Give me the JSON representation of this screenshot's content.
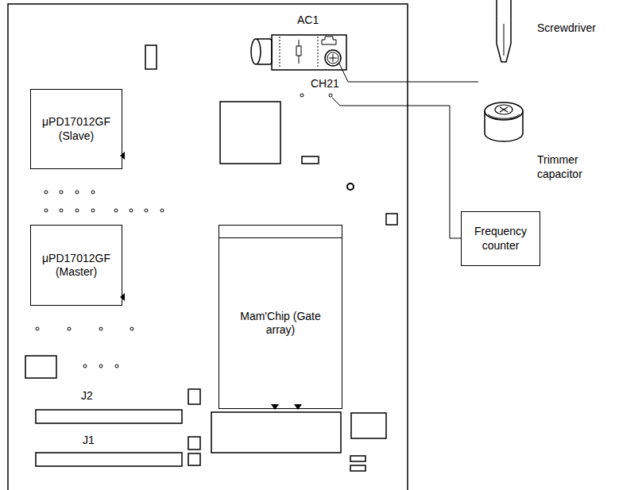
{
  "diagram": {
    "nodes": [
      {
        "text": [
          "μPD17012GF (Slave)"
        ]
      },
      {
        "text": [
          "μPD17012GF (Master)"
        ]
      },
      {
        "text": [
          "Mam'Chip (Gate array)"
        ]
      },
      {
        "text": [
          "Frequency counter"
        ]
      }
    ],
    "labels": [
      "AC1",
      "CH21",
      "J2",
      "J1",
      "Screwdriver",
      "Trimmer capacitor"
    ]
  }
}
